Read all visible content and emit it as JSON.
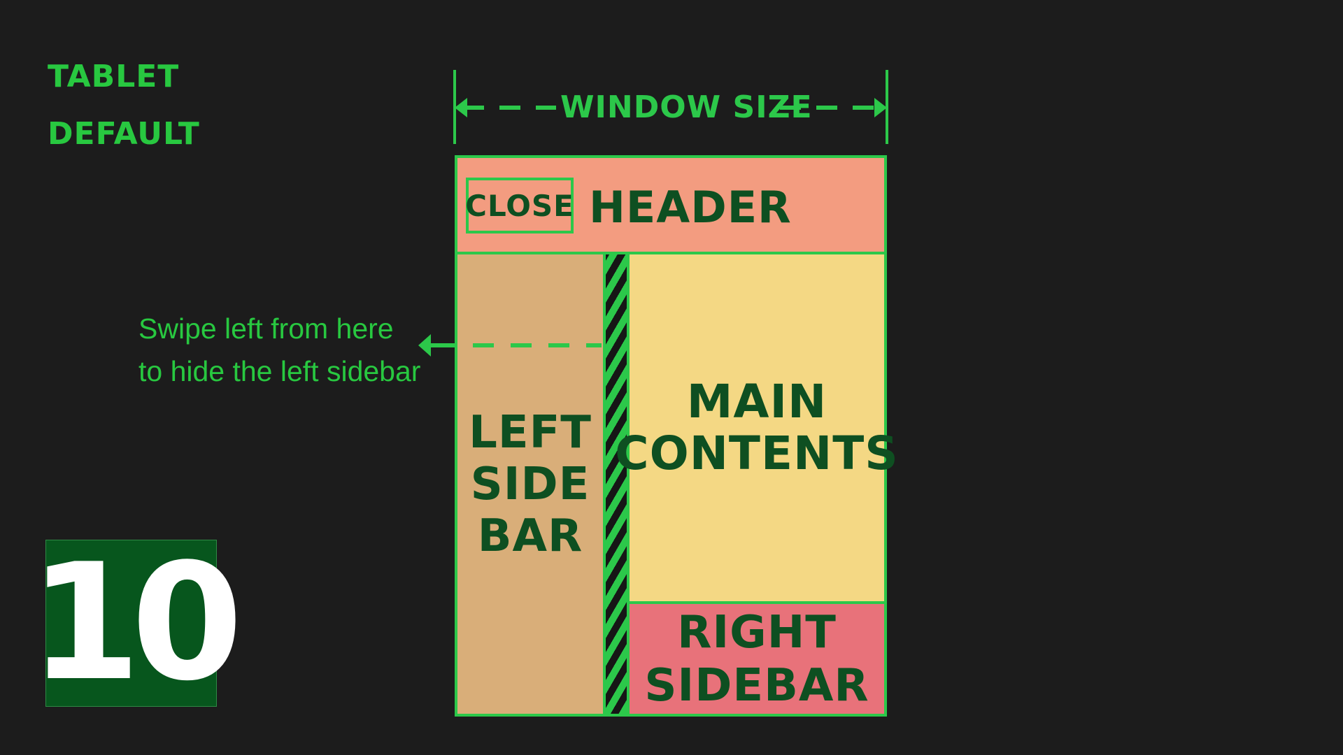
{
  "slide": {
    "device": "TABLET",
    "state": "DEFAULT",
    "number": "10"
  },
  "dimension": {
    "label": "WINDOW SIZE"
  },
  "layout": {
    "close_label": "CLOSE",
    "header_label": "HEADER",
    "left_sidebar_label": "LEFT\nSIDE\nBAR",
    "main_label": "MAIN\nCONTENTS",
    "right_sidebar_label": "RIGHT\nSIDEBAR"
  },
  "annotation": {
    "line1": "Swipe left from here",
    "line2": "to hide the left sidebar"
  },
  "colors": {
    "background": "#1c1c1c",
    "accent_green": "#2cc84a",
    "dark_green_text": "#0e4f21",
    "header": "#f39c80",
    "left_sidebar": "#d9ae79",
    "main": "#f4d884",
    "right_sidebar": "#e8727a",
    "badge": "#07561d"
  }
}
